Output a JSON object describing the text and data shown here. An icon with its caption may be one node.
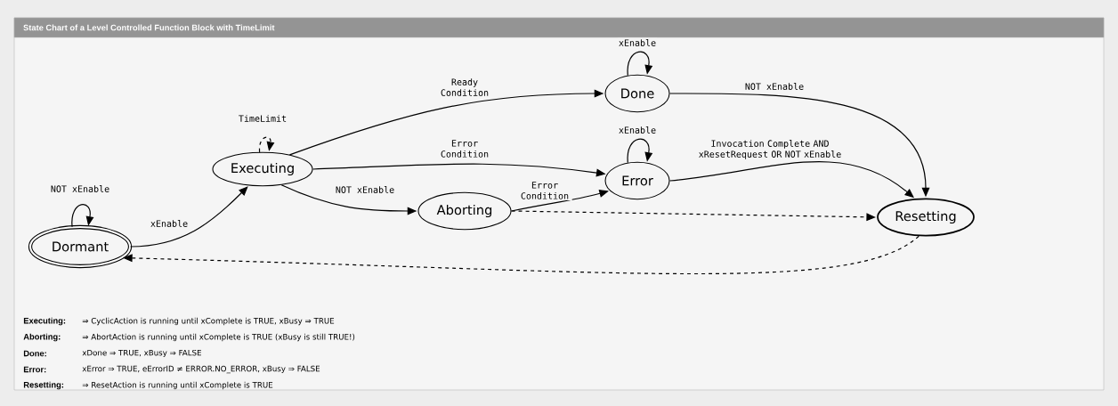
{
  "diagram": {
    "title": "State Chart of a Level Controlled Function Block with TimeLimit",
    "nodes": [
      {
        "text": [
          "Dormant"
        ]
      },
      {
        "text": [
          "Executing"
        ]
      },
      {
        "text": [
          "Done"
        ]
      },
      {
        "text": [
          "Error"
        ]
      },
      {
        "text": [
          "Aborting"
        ]
      },
      {
        "text": [
          "Resetting"
        ]
      }
    ],
    "edges": [
      {
        "from": 0,
        "to": 0,
        "arrow": "to",
        "label": "NOT xEnable"
      },
      {
        "from": 0,
        "to": 1,
        "arrow": "to",
        "label": "xEnable"
      },
      {
        "from": 1,
        "to": 1,
        "arrow": "to",
        "label": "TimeLimit",
        "style": "dashed"
      },
      {
        "from": 1,
        "to": 2,
        "arrow": "to",
        "label": "Ready Condition"
      },
      {
        "from": 1,
        "to": 3,
        "arrow": "to",
        "label": "Error Condition"
      },
      {
        "from": 1,
        "to": 4,
        "arrow": "to",
        "label": "NOT xEnable"
      },
      {
        "from": 2,
        "to": 2,
        "arrow": "to",
        "label": "xEnable"
      },
      {
        "from": 3,
        "to": 3,
        "arrow": "to",
        "label": "xEnable"
      },
      {
        "from": 4,
        "to": 3,
        "arrow": "to",
        "label": "Error Condition"
      },
      {
        "from": 2,
        "to": 5,
        "arrow": "to",
        "label": "NOT xEnable"
      },
      {
        "from": 3,
        "to": 5,
        "arrow": "to",
        "label": "Invocation Complete AND xResetRequest OR NOT xEnable"
      },
      {
        "from": 4,
        "to": 5,
        "arrow": "to",
        "style": "dashed"
      },
      {
        "from": 5,
        "to": 0,
        "arrow": "to",
        "style": "dashed"
      }
    ],
    "labels": [
      "Executing:",
      "⇒ CyclicAction is running until xComplete is TRUE, xBusy ⇒ TRUE",
      "Aborting:",
      "⇒ AbortAction is running until xComplete is TRUE (xBusy is still TRUE!)",
      "Done:",
      "xDone ⇒ TRUE, xBusy ⇒ FALSE",
      "Error:",
      "xError ⇒ TRUE, eErrorID ≠ ERROR.NO_ERROR, xBusy ⇒ FALSE",
      "Resetting:",
      "⇒ ResetAction is running until xComplete is TRUE"
    ]
  }
}
